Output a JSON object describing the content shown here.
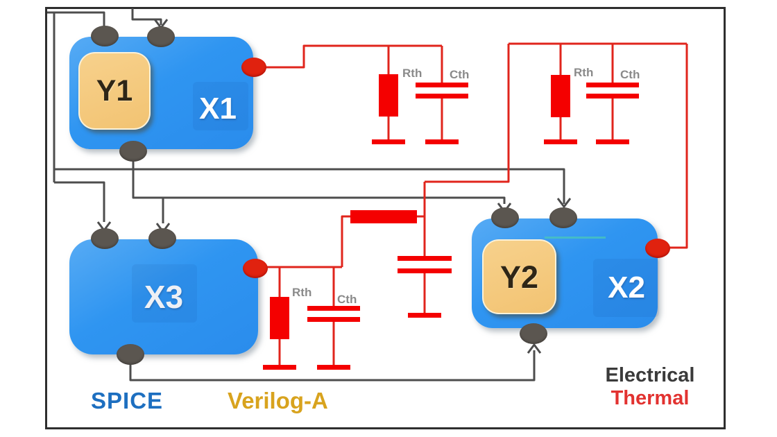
{
  "blocks": {
    "x1": "X1",
    "y1": "Y1",
    "x2": "X2",
    "y2": "Y2",
    "x3": "X3"
  },
  "labels": {
    "rth": "Rth",
    "cth": "Cth"
  },
  "legend": {
    "spice": "SPICE",
    "verilog": "Verilog-A",
    "electrical": "Electrical",
    "thermal": "Thermal"
  },
  "colors": {
    "electrical_wire": "#4d4d4d",
    "thermal_wire": "#e0251c",
    "thermal_component": "#f40000",
    "spice_block_blue": "#2f95f1",
    "verilog_block_tan": "#f3c87c",
    "terminal_gray": "#5b5650",
    "thermal_node_red": "#e0220f",
    "border": "#2e2e2e",
    "spice_text": "#1d6fc0",
    "verilog_text": "#d8a31e",
    "electrical_text": "#3a3a3a",
    "thermal_text": "#e23230"
  }
}
